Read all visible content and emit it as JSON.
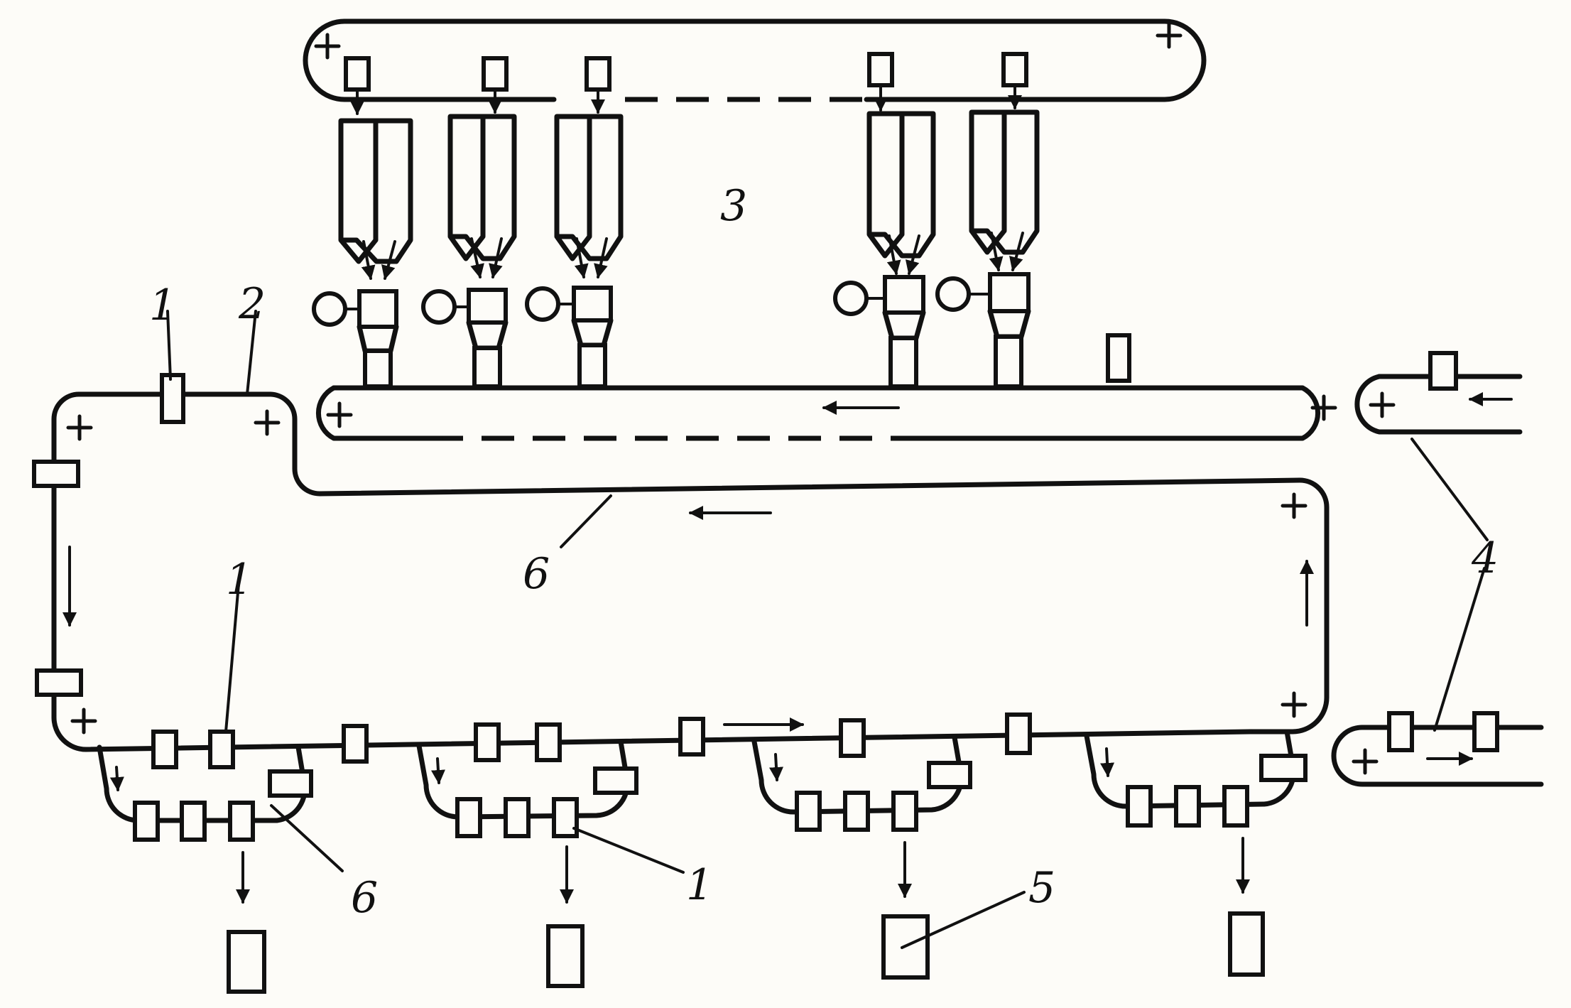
{
  "labels": {
    "n1_top": "1",
    "n2": "2",
    "n3": "3",
    "n4": "4",
    "n5": "5",
    "n6_mid": "6",
    "n6_bottom": "6",
    "n1_mid": "1",
    "n1_bottom": "1"
  },
  "colors": {
    "ink": "#111111",
    "paper": "#fdfcf8"
  },
  "icons": [
    "plus-icon",
    "arrow-left-icon",
    "arrow-right-icon",
    "arrow-down-icon",
    "arrow-up-icon",
    "motor-circle-icon"
  ]
}
